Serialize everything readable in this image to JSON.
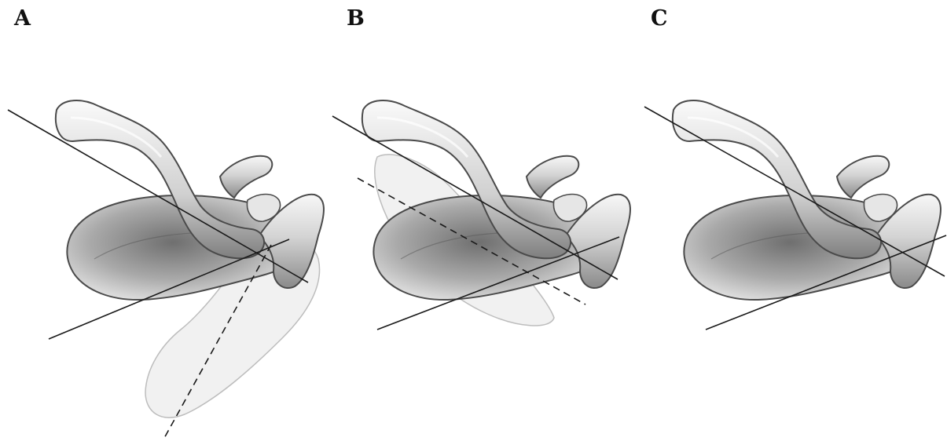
{
  "panels": [
    {
      "label": "A"
    },
    {
      "label": "B"
    },
    {
      "label": "C"
    }
  ],
  "colors": {
    "bone_light": "#f5f5f5",
    "bone_mid": "#c8c8c8",
    "bone_dark": "#6a6a6a",
    "bone_outline": "#4a4a4a",
    "ghost_fill": "#e9e9e9",
    "ghost_outline": "#bdbdbd",
    "axis_line": "#1a1a1a"
  }
}
